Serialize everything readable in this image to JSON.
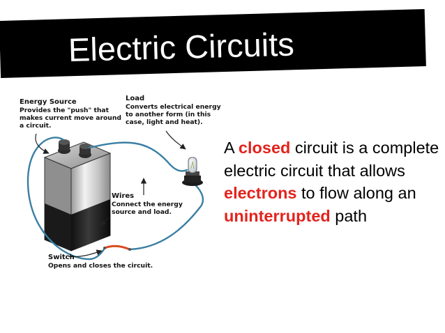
{
  "slide": {
    "title": "Electric Circuits"
  },
  "diagram": {
    "energy_source": {
      "title": "Energy Source",
      "lines": [
        "Provides the \"push\" that",
        "makes current move around",
        "a circuit."
      ]
    },
    "load": {
      "title": "Load",
      "lines": [
        "Converts electrical energy",
        "to another form (in this",
        "case, light and heat)."
      ]
    },
    "wires": {
      "title": "Wires",
      "lines": [
        "Connect the energy",
        "source and load."
      ]
    },
    "switch": {
      "title": "Switch",
      "lines": [
        "Opens and closes the circuit."
      ]
    }
  },
  "body": {
    "segments": [
      {
        "text": "A ",
        "emphasis": false
      },
      {
        "text": "closed",
        "emphasis": true
      },
      {
        "text": " circuit is a complete electric circuit that allows ",
        "emphasis": false
      },
      {
        "text": "electrons",
        "emphasis": true
      },
      {
        "text": " to flow along an ",
        "emphasis": false
      },
      {
        "text": "uninterrupted",
        "emphasis": true
      },
      {
        "text": " path",
        "emphasis": false
      }
    ]
  },
  "colors": {
    "title_band": "#000000",
    "title_text": "#ffffff",
    "emphasis": "#e3231d",
    "wire": "#3a7fa3"
  }
}
